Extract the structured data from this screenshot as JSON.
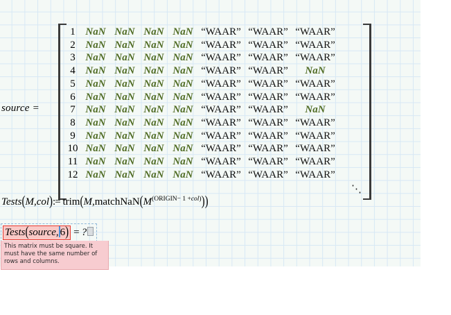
{
  "worksheet": {
    "grid_color": "#d7e8f5",
    "background_color": "#f4f9f6"
  },
  "source_block": {
    "label": "source =",
    "ddots": "⋱",
    "nan_color": "#4f6b23",
    "row_numbers": [
      "1",
      "2",
      "3",
      "4",
      "5",
      "6",
      "7",
      "8",
      "9",
      "10",
      "11",
      "12"
    ],
    "rows": [
      [
        "NaN",
        "NaN",
        "NaN",
        "NaN",
        "“WAAR”",
        "“WAAR”",
        "“WAAR”"
      ],
      [
        "NaN",
        "NaN",
        "NaN",
        "NaN",
        "“WAAR”",
        "“WAAR”",
        "“WAAR”"
      ],
      [
        "NaN",
        "NaN",
        "NaN",
        "NaN",
        "“WAAR”",
        "“WAAR”",
        "“WAAR”"
      ],
      [
        "NaN",
        "NaN",
        "NaN",
        "NaN",
        "“WAAR”",
        "“WAAR”",
        "NaN"
      ],
      [
        "NaN",
        "NaN",
        "NaN",
        "NaN",
        "“WAAR”",
        "“WAAR”",
        "“WAAR”"
      ],
      [
        "NaN",
        "NaN",
        "NaN",
        "NaN",
        "“WAAR”",
        "“WAAR”",
        "“WAAR”"
      ],
      [
        "NaN",
        "NaN",
        "NaN",
        "NaN",
        "“WAAR”",
        "“WAAR”",
        "NaN"
      ],
      [
        "NaN",
        "NaN",
        "NaN",
        "NaN",
        "“WAAR”",
        "“WAAR”",
        "“WAAR”"
      ],
      [
        "NaN",
        "NaN",
        "NaN",
        "NaN",
        "“WAAR”",
        "“WAAR”",
        "“WAAR”"
      ],
      [
        "NaN",
        "NaN",
        "NaN",
        "NaN",
        "“WAAR”",
        "“WAAR”",
        "“WAAR”"
      ],
      [
        "NaN",
        "NaN",
        "NaN",
        "NaN",
        "“WAAR”",
        "“WAAR”",
        "“WAAR”"
      ],
      [
        "NaN",
        "NaN",
        "NaN",
        "NaN",
        "“WAAR”",
        "“WAAR”",
        "“WAAR”"
      ]
    ]
  },
  "definition": {
    "name": "Tests",
    "open_paren": "(",
    "arg1": "M",
    "comma1": ",",
    "arg2": "col",
    "close_paren": ")",
    "assign": ":=",
    "fn_trim": "trim",
    "trim_open": "(",
    "trim_arg": "M",
    "comma2": ",",
    "fn_matchnan": "matchNaN",
    "match_open": "(",
    "match_arg": "M",
    "superscript_open": "(",
    "superscript_origin": "ORIGIN",
    "superscript_minus": "− 1 +",
    "superscript_col": "col",
    "superscript_close": ")",
    "match_close": ")",
    "trim_close": ")"
  },
  "evaluation": {
    "fn_name": "Tests",
    "open_paren": "(",
    "arg1": "source",
    "comma": ",",
    "arg2": "6",
    "close_paren": ")",
    "equals": "=",
    "result": "?",
    "error_border_color": "#e8392f",
    "error_fill_color": "#f9c9c6",
    "caret_color": "#4a90d9"
  },
  "error_tooltip": {
    "message": "This matrix must be square. It must have the same number of rows and columns.",
    "background_color": "#f7ccd0"
  }
}
